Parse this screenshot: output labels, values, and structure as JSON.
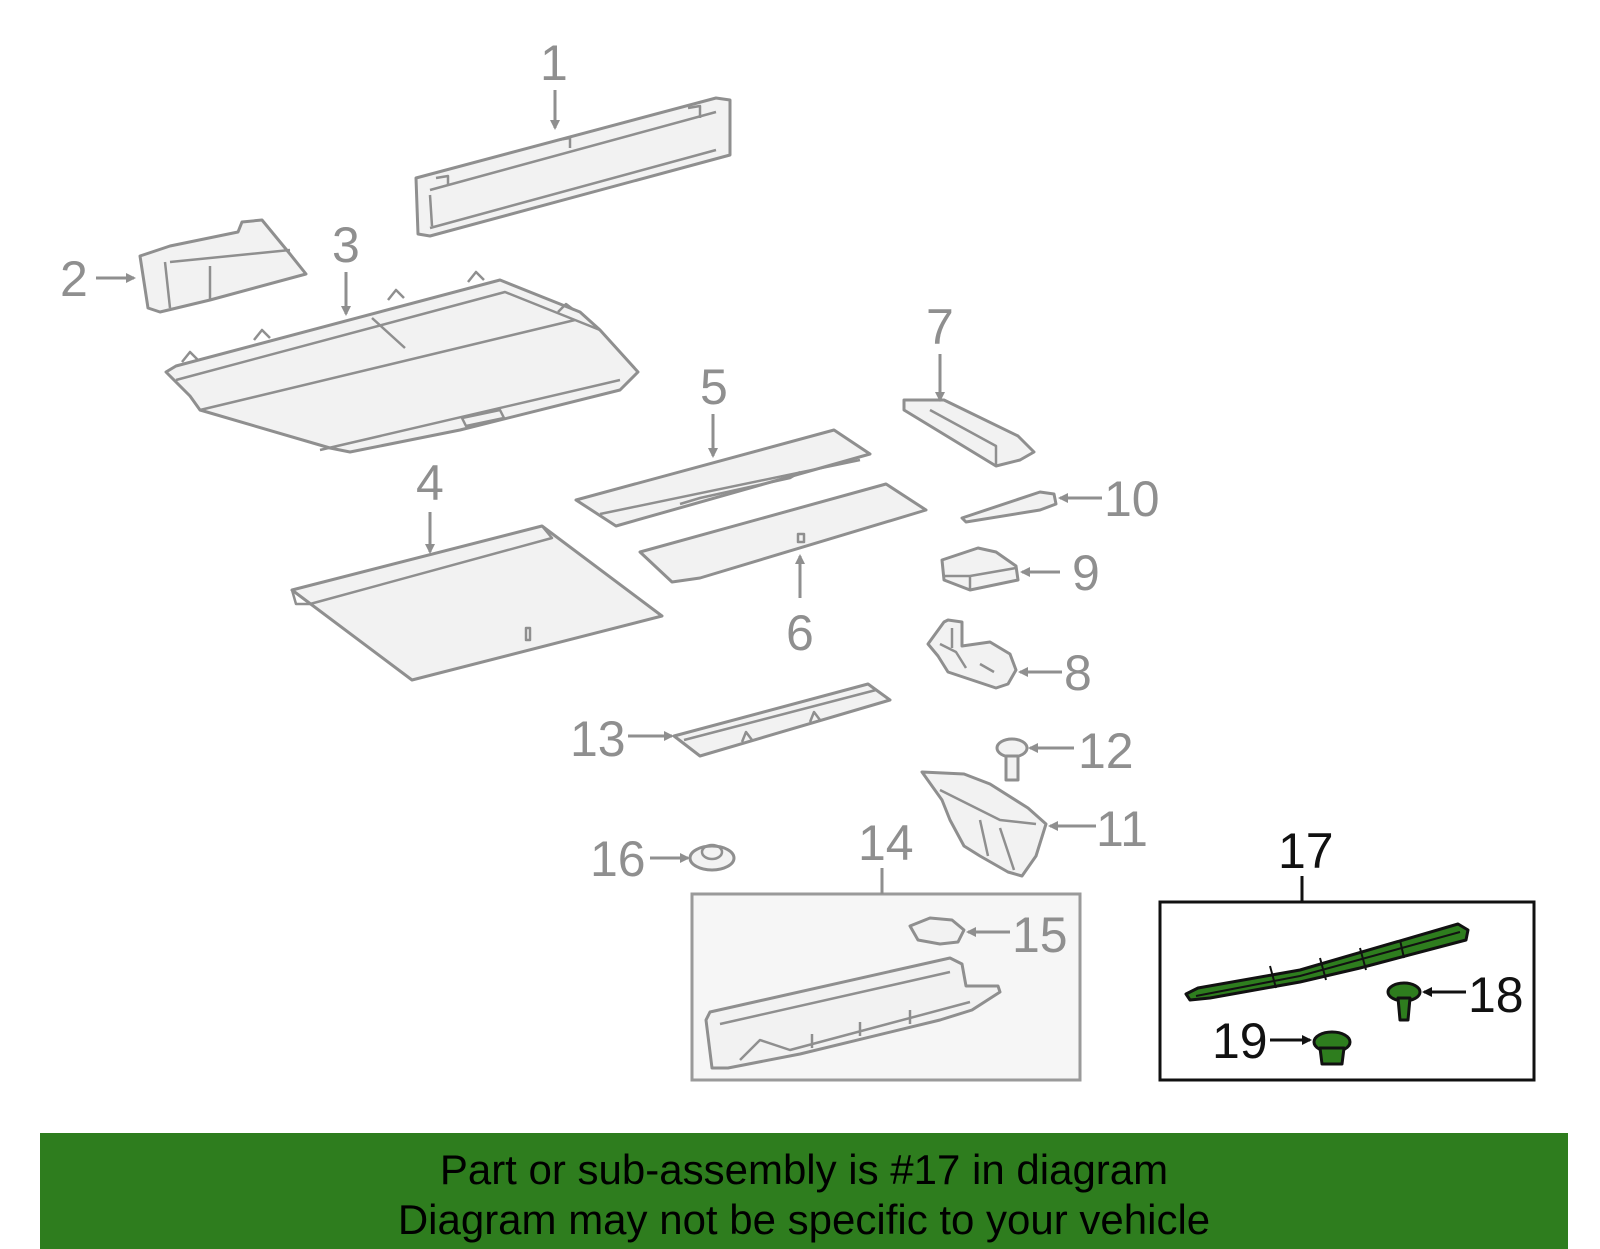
{
  "callouts": {
    "c1": "1",
    "c2": "2",
    "c3": "3",
    "c4": "4",
    "c5": "5",
    "c6": "6",
    "c7": "7",
    "c8": "8",
    "c9": "9",
    "c10": "10",
    "c11": "11",
    "c12": "12",
    "c13": "13",
    "c14": "14",
    "c15": "15",
    "c16": "16",
    "c17": "17",
    "c18": "18",
    "c19": "19"
  },
  "highlighted_part": "17",
  "colors": {
    "highlight_green": "#2e7d1e",
    "part_gray": "#8f8f8f",
    "banner_bg": "#2e7d1e",
    "banner_text": "#000000"
  },
  "banner": {
    "line1": "Part or sub-assembly is #17 in diagram",
    "line2": "Diagram may not be specific to your vehicle"
  }
}
